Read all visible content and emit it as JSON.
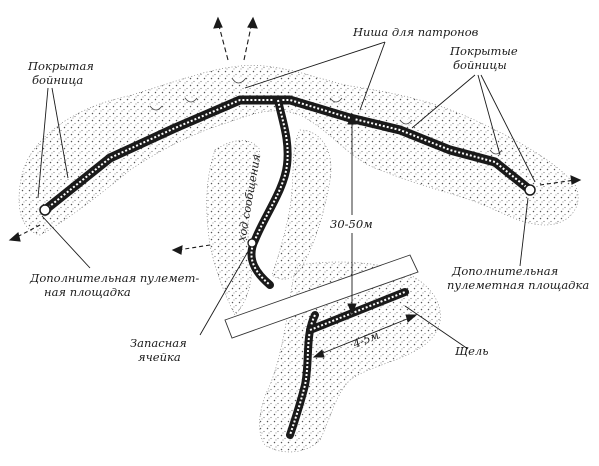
{
  "labels": {
    "covered_loopholes_left": [
      "Покрытая",
      "бойница"
    ],
    "ammo_niche": "Ниша для патронов",
    "covered_loopholes_right": [
      "Покрытые",
      "бойницы"
    ],
    "comm_trench": "ход сообщения",
    "distance_main": "30-50м",
    "extra_mg_left": [
      "Дополнительная пулемет-",
      "ная площадка"
    ],
    "extra_mg_right": [
      "Дополнительная",
      "пулеметная площадка"
    ],
    "reserve_cell": [
      "Запасная",
      "ячейка"
    ],
    "slit_distance": "4-5м",
    "slit": "Щель"
  },
  "colors": {
    "ink": "#1a1a1a",
    "stipple": "#555555",
    "paper": "#ffffff"
  }
}
